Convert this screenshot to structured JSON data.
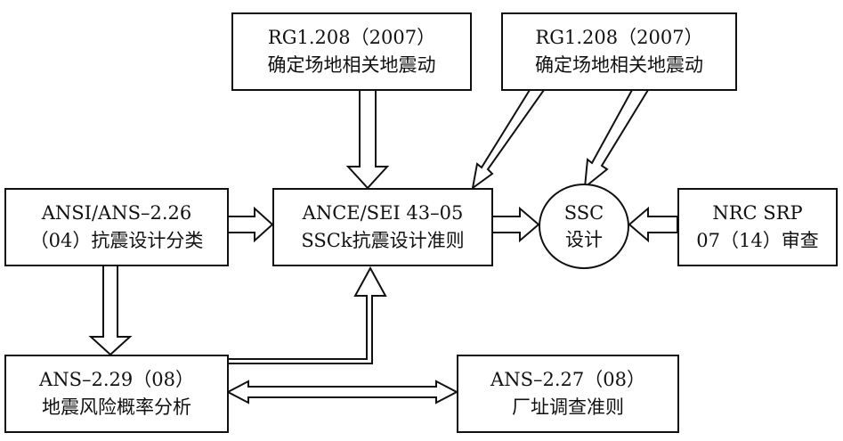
{
  "nodes": {
    "rg1208_center": {
      "line1": "RG1.208（2007）",
      "line2": "确定场地相关地震动"
    },
    "rg1208_right": {
      "line1": "RG1.208（2007）",
      "line2": "确定场地相关地震动"
    },
    "ansi_226": {
      "line1": "ANSI/ANS–2.26",
      "line2": "（04）抗震设计分类"
    },
    "asce_4305": {
      "line1": "ANCE/SEI 43–05",
      "line2": "SSCk抗震设计准则"
    },
    "ssc_design": {
      "line1": "SSC",
      "line2": "设计"
    },
    "nrc_srp": {
      "line1": "NRC SRP",
      "line2": "07（14）审查"
    },
    "ans_229": {
      "line1": "ANS–2.29（08）",
      "line2": "地震风险概率分析"
    },
    "ans_227": {
      "line1": "ANS–2.27（08）",
      "line2": "厂址调查准则"
    }
  },
  "colors": {
    "stroke": "#111111",
    "background": "#ffffff"
  }
}
